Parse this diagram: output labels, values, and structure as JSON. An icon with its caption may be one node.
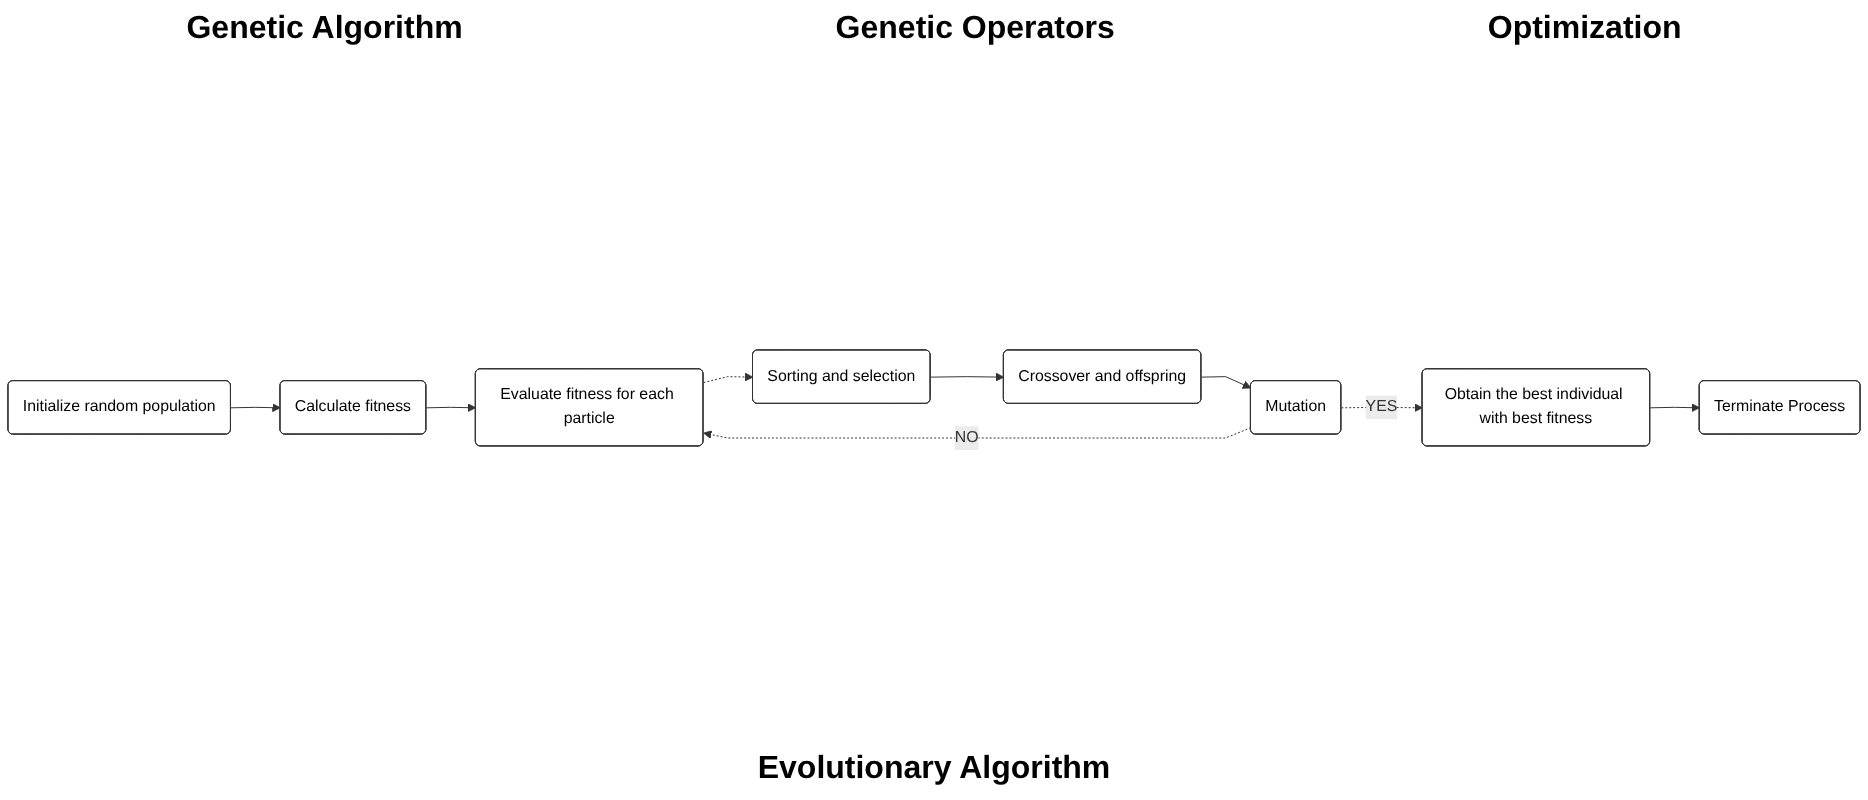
{
  "diagram": {
    "nodes": [
      {
        "text": [
          "Initialize random population"
        ]
      },
      {
        "text": [
          "Calculate fitness"
        ]
      },
      {
        "text": [
          "Evaluate fitness for each particle"
        ]
      },
      {
        "text": [
          "Sorting and selection"
        ]
      },
      {
        "text": [
          "Crossover and offspring"
        ]
      },
      {
        "text": [
          "Mutation"
        ]
      },
      {
        "text": [
          "Obtain the best individual with best fitness"
        ]
      },
      {
        "text": [
          "Terminate Process"
        ]
      }
    ],
    "edges": [
      {
        "from": 0,
        "to": 1,
        "arrow": "to"
      },
      {
        "from": 1,
        "to": 2,
        "arrow": "to"
      },
      {
        "from": 2,
        "to": 3,
        "arrow": "to",
        "style": "dashed"
      },
      {
        "from": 3,
        "to": 4,
        "arrow": "to"
      },
      {
        "from": 4,
        "to": 5,
        "arrow": "to"
      },
      {
        "from": 5,
        "to": 2,
        "arrow": "to",
        "style": "dashed",
        "label": "NO"
      },
      {
        "from": 5,
        "to": 6,
        "arrow": "to",
        "style": "dashed",
        "label": "YES"
      },
      {
        "from": 6,
        "to": 7,
        "arrow": "to"
      }
    ],
    "labels": [
      "Genetic Algorithm",
      "Genetic Operators",
      "Optimization",
      "Evolutionary Algorithm"
    ]
  }
}
